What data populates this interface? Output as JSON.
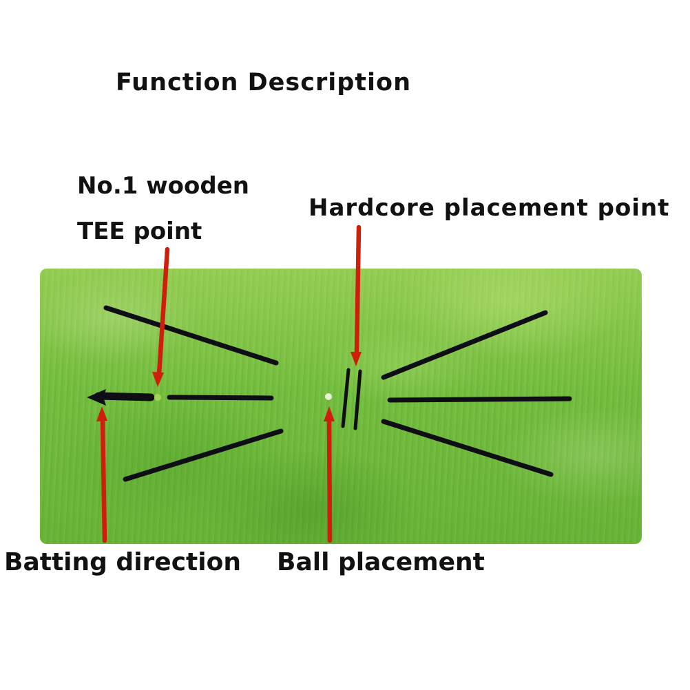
{
  "title": "Function Description",
  "annotations": {
    "tee_point": {
      "line1": "No.1 wooden",
      "line2": "TEE point"
    },
    "hardcore_point": {
      "label": "Hardcore placement point"
    },
    "batting_direction": {
      "label": "Batting direction"
    },
    "ball_placement": {
      "label": "Ball placement"
    }
  },
  "colors": {
    "arrow_red": "#ce1e0c",
    "marking_black": "#0e0e14",
    "mat_green_light": "#8cc94e",
    "mat_green_dark": "#5fae2f",
    "tee_dot_green": "#a5d455",
    "ball_dot_light": "#e8f0d8",
    "text": "#111111",
    "background": "#ffffff"
  }
}
